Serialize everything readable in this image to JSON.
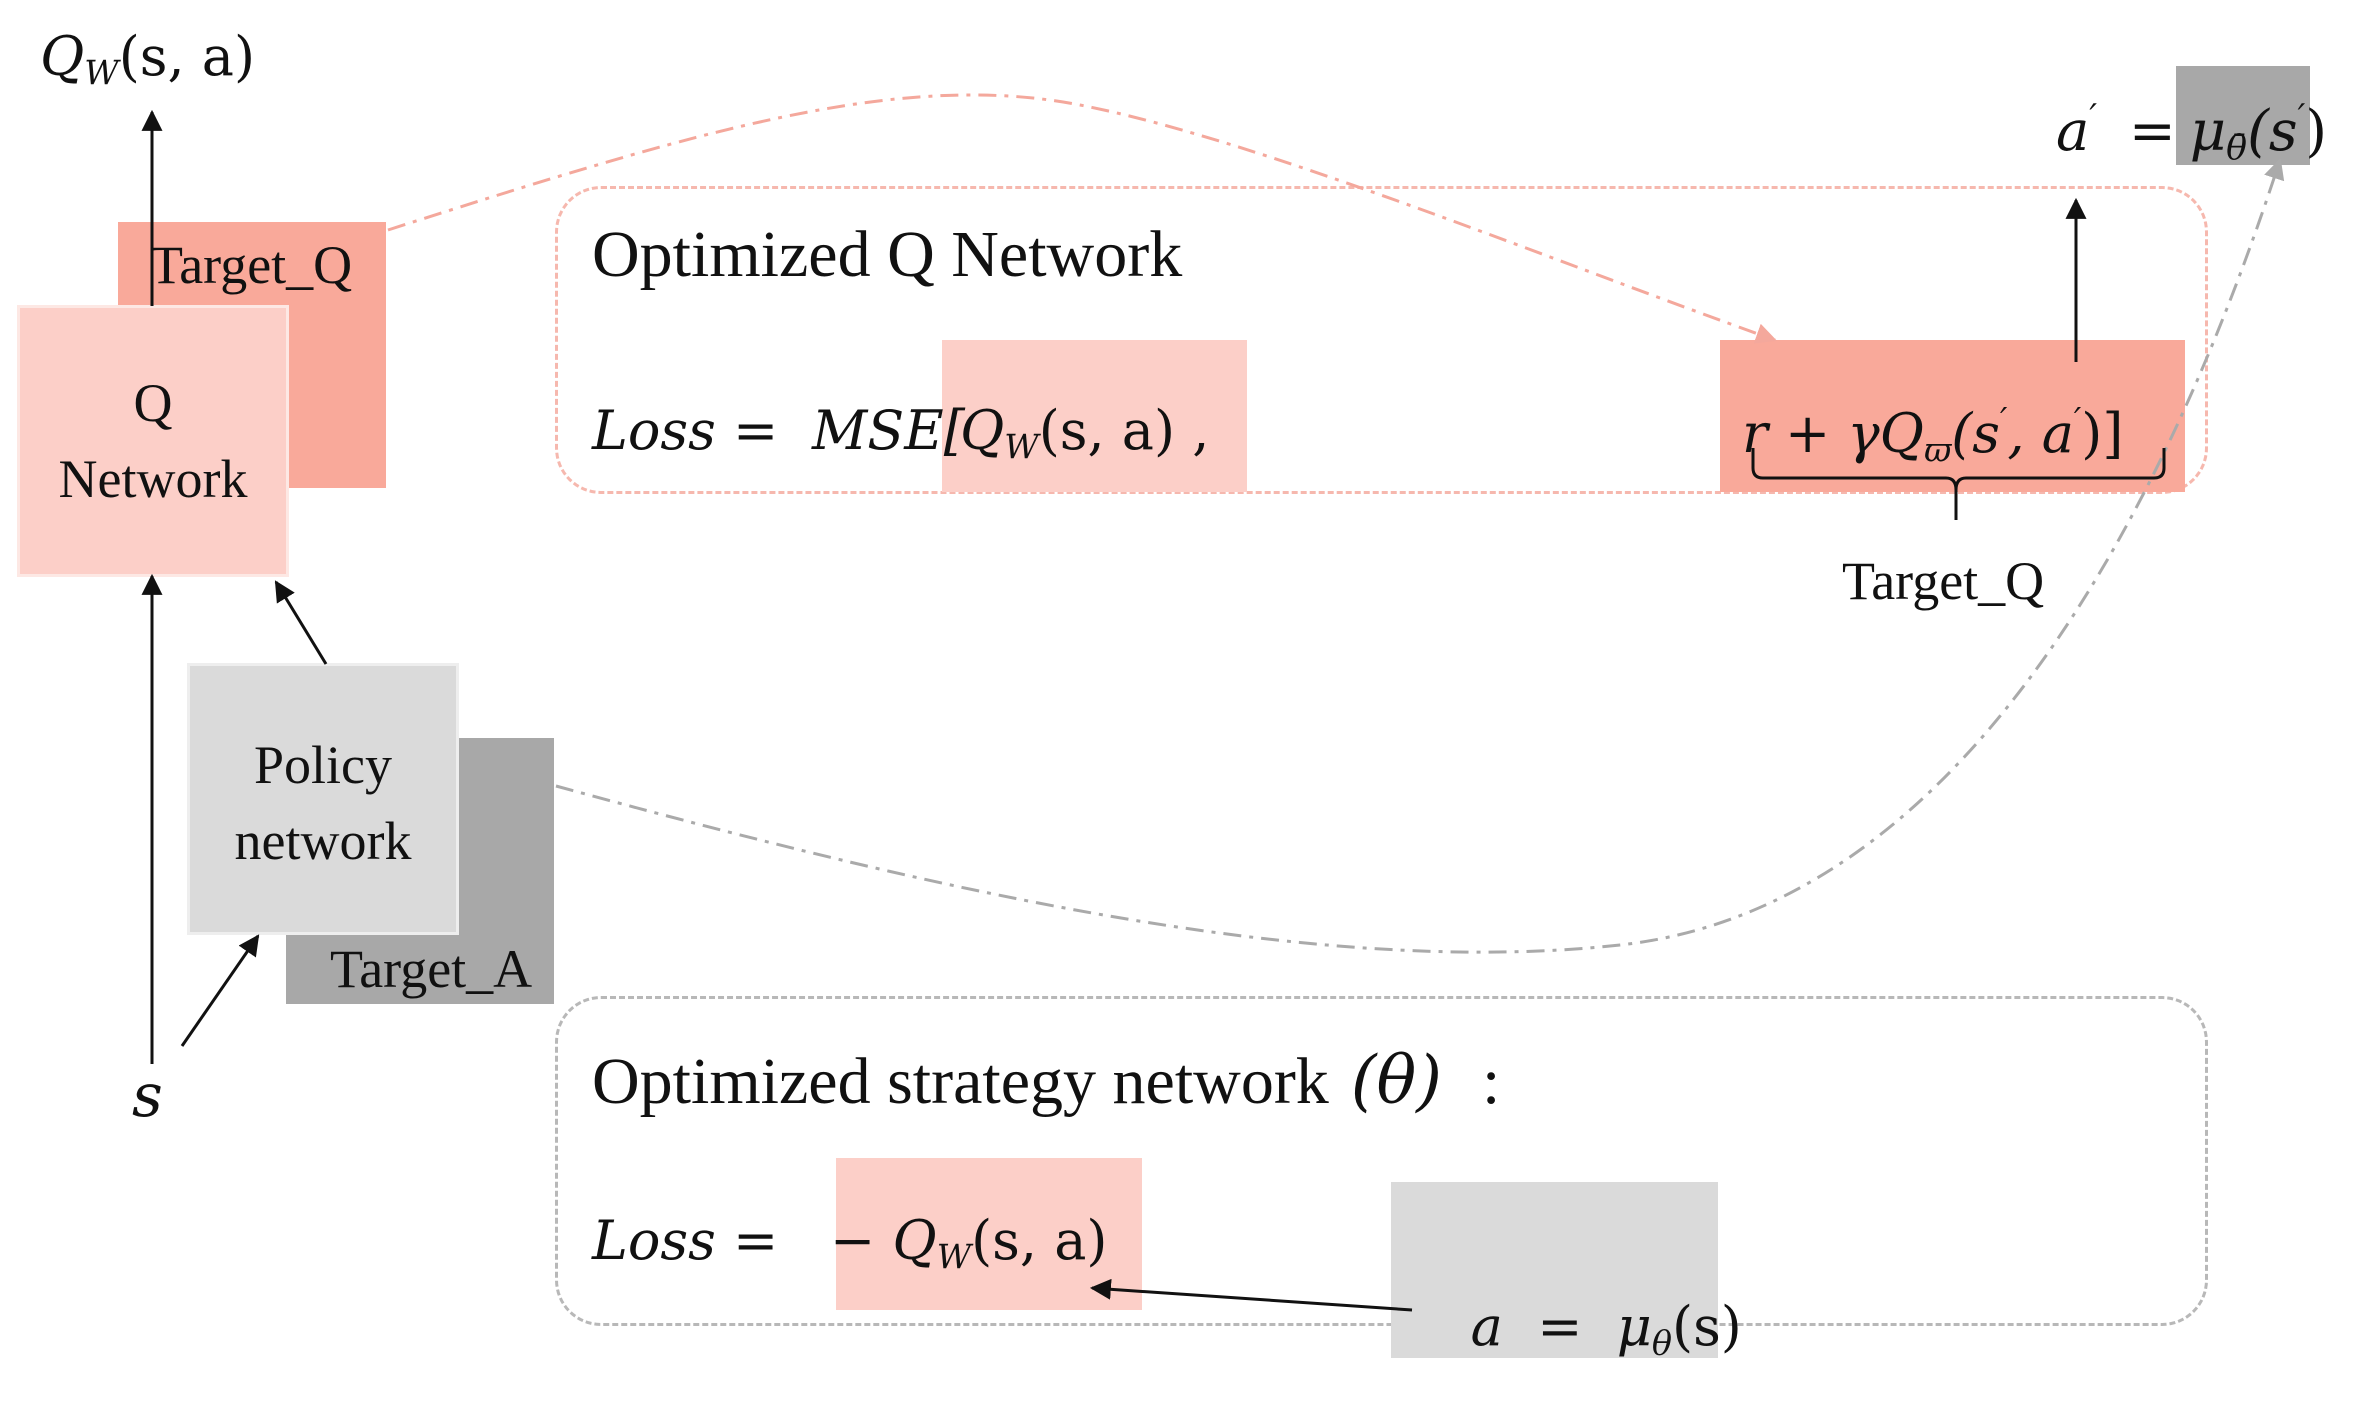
{
  "colors": {
    "salmon": "#f9a99a",
    "pink": "#fccfc8",
    "light_gray": "#dadada",
    "dark_gray": "#a8a8a8",
    "mid_gray": "#9e9e9e",
    "pink_dash": "#f6b8ae",
    "gray_dash": "#b8b8b8",
    "ink": "#111111"
  },
  "left_column": {
    "top_output": "Q",
    "top_output_sub": "W",
    "top_output_args": "(s, a)",
    "target_q_box": "Target_Q",
    "q_network_line1": "Q",
    "q_network_line2": "Network",
    "policy_line1": "Policy",
    "policy_line2": "network",
    "target_a_box": "Target_A",
    "state_input": "s"
  },
  "q_panel": {
    "title": "Optimized Q Network",
    "loss": "Loss =",
    "mse": "MSE[",
    "q_term": "Q",
    "q_term_sub": "W",
    "q_term_args": "(s, a) ,",
    "target_expr_r": "r + γQ",
    "target_expr_sub": "ϖ",
    "target_expr_args": "(s",
    "target_expr_mid": ", a",
    "target_expr_end": ")]",
    "prime": "′",
    "brace_label": "Target_Q"
  },
  "top_right": {
    "a": "a",
    "prime": "′",
    "equals": "=",
    "mu": "μ",
    "mu_sub": "θ̄",
    "args_open": "(s",
    "args_close": ")"
  },
  "policy_panel": {
    "title": "Optimized strategy network",
    "param": "(θ)",
    "colon": ":",
    "loss": "Loss =",
    "neg_q": "− Q",
    "neg_q_sub": "W",
    "neg_q_args": "(s, a)",
    "action_expr": "a  =  μ",
    "action_sub": "θ",
    "action_args": "(s)"
  }
}
